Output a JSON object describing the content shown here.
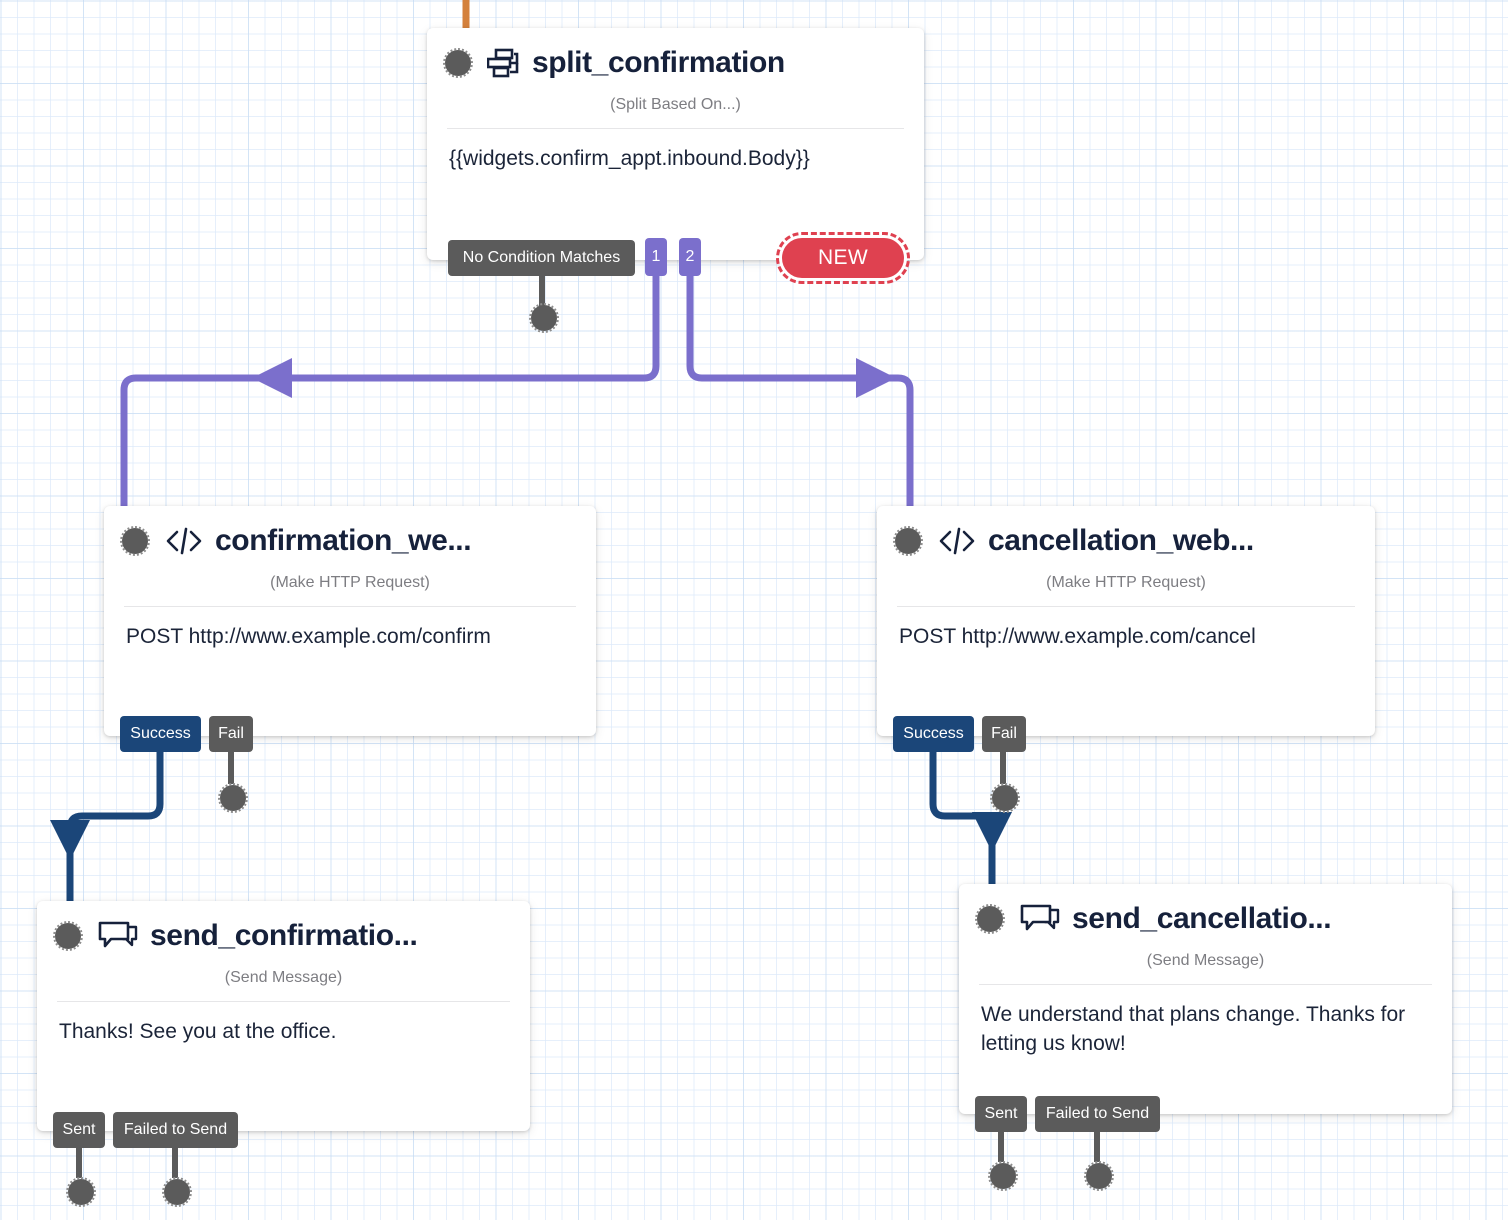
{
  "canvas": {
    "grid_color": "#dceafa",
    "background": "#ffffff"
  },
  "colors": {
    "split_connector": "#7b6fcc",
    "success_connector": "#1b4679",
    "fail_connector": "#5b5b5b",
    "incoming_connector": "#d4813c",
    "new_button": "#df4150",
    "node_title": "#16213b",
    "node_subtitle": "#7d7d82"
  },
  "nodes": [
    {
      "id": "split_confirmation",
      "title": "split_confirmation",
      "subtitle": "(Split Based On...)",
      "body": "{{widgets.confirm_appt.inbound.Body}}",
      "icon": "sitemap-icon",
      "ports": [
        {
          "label": "No Condition Matches",
          "style": "gray"
        },
        {
          "label": "1",
          "style": "purple"
        },
        {
          "label": "2",
          "style": "purple"
        }
      ]
    },
    {
      "id": "confirmation_webhook",
      "title": "confirmation_we...",
      "subtitle": "(Make HTTP Request)",
      "body": "POST http://www.example.com/confirm",
      "icon": "code-icon",
      "ports": [
        {
          "label": "Success",
          "style": "navy"
        },
        {
          "label": "Fail",
          "style": "gray"
        }
      ]
    },
    {
      "id": "cancellation_webhook",
      "title": "cancellation_web...",
      "subtitle": "(Make HTTP Request)",
      "body": "POST http://www.example.com/cancel",
      "icon": "code-icon",
      "ports": [
        {
          "label": "Success",
          "style": "navy"
        },
        {
          "label": "Fail",
          "style": "gray"
        }
      ]
    },
    {
      "id": "send_confirmation",
      "title": "send_confirmatio...",
      "subtitle": "(Send Message)",
      "body": "Thanks! See you at the office.",
      "icon": "message-bubble-icon",
      "ports": [
        {
          "label": "Sent",
          "style": "gray"
        },
        {
          "label": "Failed to Send",
          "style": "gray"
        }
      ]
    },
    {
      "id": "send_cancellation",
      "title": "send_cancellatio...",
      "subtitle": "(Send Message)",
      "body": "We understand that plans change. Thanks for letting us know!",
      "icon": "message-bubble-icon",
      "ports": [
        {
          "label": "Sent",
          "style": "gray"
        },
        {
          "label": "Failed to Send",
          "style": "gray"
        }
      ]
    }
  ],
  "new_button": {
    "label": "NEW"
  }
}
